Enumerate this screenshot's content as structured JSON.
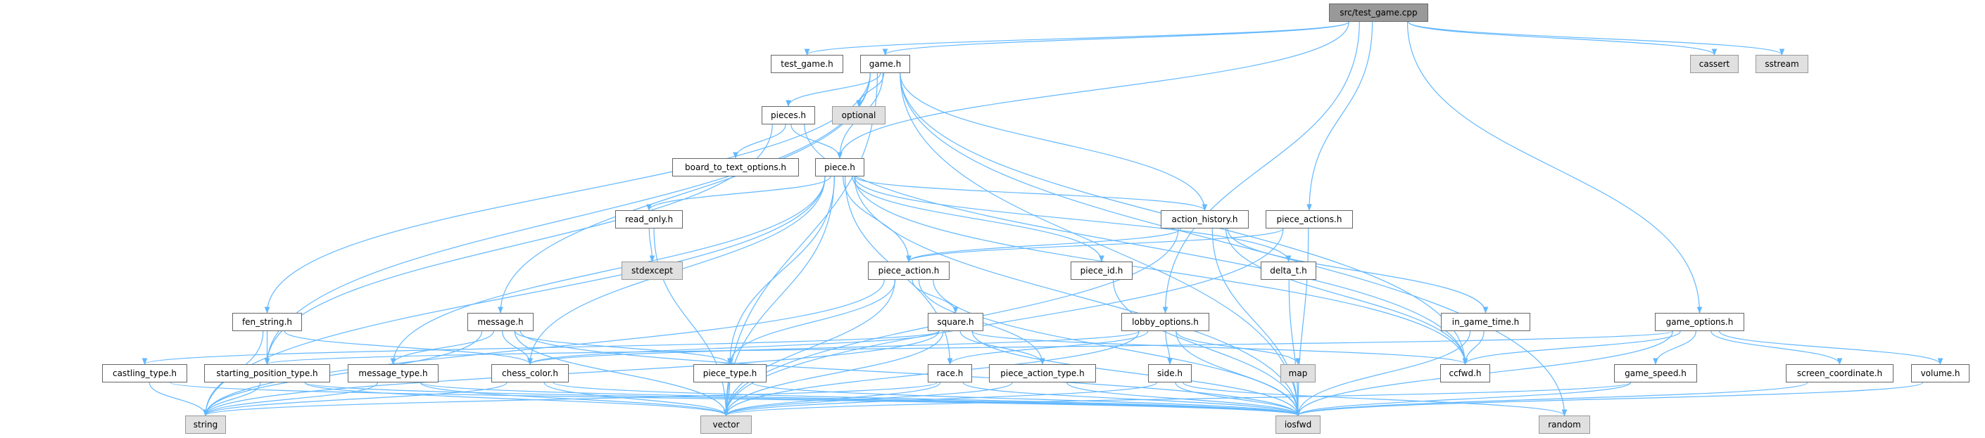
{
  "graph": {
    "title": "src/test_game.cpp",
    "edge_color": "#63b8ff",
    "nodes": [
      {
        "id": "cpp",
        "label": "src/test_game.cpp",
        "kind": "root"
      },
      {
        "id": "test_game",
        "label": "test_game.h",
        "kind": "local"
      },
      {
        "id": "game",
        "label": "game.h",
        "kind": "local"
      },
      {
        "id": "cassert",
        "label": "cassert",
        "kind": "system"
      },
      {
        "id": "sstream",
        "label": "sstream",
        "kind": "system"
      },
      {
        "id": "pieces",
        "label": "pieces.h",
        "kind": "local"
      },
      {
        "id": "optional",
        "label": "optional",
        "kind": "system"
      },
      {
        "id": "board_to_text",
        "label": "board_to_text_options.h",
        "kind": "local"
      },
      {
        "id": "piece",
        "label": "piece.h",
        "kind": "local"
      },
      {
        "id": "read_only",
        "label": "read_only.h",
        "kind": "local"
      },
      {
        "id": "action_history",
        "label": "action_history.h",
        "kind": "local"
      },
      {
        "id": "piece_actions",
        "label": "piece_actions.h",
        "kind": "local"
      },
      {
        "id": "stdexcept",
        "label": "stdexcept",
        "kind": "system"
      },
      {
        "id": "piece_action",
        "label": "piece_action.h",
        "kind": "local"
      },
      {
        "id": "piece_id",
        "label": "piece_id.h",
        "kind": "local"
      },
      {
        "id": "delta_t",
        "label": "delta_t.h",
        "kind": "local"
      },
      {
        "id": "fen_string",
        "label": "fen_string.h",
        "kind": "local"
      },
      {
        "id": "message",
        "label": "message.h",
        "kind": "local"
      },
      {
        "id": "square",
        "label": "square.h",
        "kind": "local"
      },
      {
        "id": "lobby_options",
        "label": "lobby_options.h",
        "kind": "local"
      },
      {
        "id": "in_game_time",
        "label": "in_game_time.h",
        "kind": "local"
      },
      {
        "id": "game_options",
        "label": "game_options.h",
        "kind": "local"
      },
      {
        "id": "castling_type",
        "label": "castling_type.h",
        "kind": "local"
      },
      {
        "id": "starting_position_type",
        "label": "starting_position_type.h",
        "kind": "local"
      },
      {
        "id": "message_type",
        "label": "message_type.h",
        "kind": "local"
      },
      {
        "id": "chess_color",
        "label": "chess_color.h",
        "kind": "local"
      },
      {
        "id": "piece_type",
        "label": "piece_type.h",
        "kind": "local"
      },
      {
        "id": "race",
        "label": "race.h",
        "kind": "local"
      },
      {
        "id": "piece_action_type",
        "label": "piece_action_type.h",
        "kind": "local"
      },
      {
        "id": "side",
        "label": "side.h",
        "kind": "local"
      },
      {
        "id": "map",
        "label": "map",
        "kind": "system"
      },
      {
        "id": "ccfwd",
        "label": "ccfwd.h",
        "kind": "local"
      },
      {
        "id": "game_speed",
        "label": "game_speed.h",
        "kind": "local"
      },
      {
        "id": "screen_coordinate",
        "label": "screen_coordinate.h",
        "kind": "local"
      },
      {
        "id": "volume",
        "label": "volume.h",
        "kind": "local"
      },
      {
        "id": "string",
        "label": "string",
        "kind": "system"
      },
      {
        "id": "vector",
        "label": "vector",
        "kind": "system"
      },
      {
        "id": "iosfwd",
        "label": "iosfwd",
        "kind": "system"
      },
      {
        "id": "random",
        "label": "random",
        "kind": "system"
      }
    ],
    "edges": [
      [
        "cpp",
        "test_game"
      ],
      [
        "cpp",
        "game"
      ],
      [
        "cpp",
        "piece"
      ],
      [
        "cpp",
        "piece_actions"
      ],
      [
        "cpp",
        "lobby_options"
      ],
      [
        "cpp",
        "game_options"
      ],
      [
        "cpp",
        "cassert"
      ],
      [
        "cpp",
        "sstream"
      ],
      [
        "game",
        "pieces"
      ],
      [
        "game",
        "optional"
      ],
      [
        "game",
        "piece"
      ],
      [
        "game",
        "action_history"
      ],
      [
        "game",
        "message"
      ],
      [
        "game",
        "fen_string"
      ],
      [
        "game",
        "starting_position_type"
      ],
      [
        "game",
        "vector"
      ],
      [
        "game",
        "ccfwd"
      ],
      [
        "game",
        "iosfwd"
      ],
      [
        "game",
        "random"
      ],
      [
        "pieces",
        "board_to_text"
      ],
      [
        "pieces",
        "piece"
      ],
      [
        "pieces",
        "starting_position_type"
      ],
      [
        "pieces",
        "ccfwd"
      ],
      [
        "piece",
        "action_history"
      ],
      [
        "piece",
        "piece_action"
      ],
      [
        "piece",
        "piece_id"
      ],
      [
        "piece",
        "delta_t"
      ],
      [
        "piece",
        "read_only"
      ],
      [
        "piece",
        "race"
      ],
      [
        "piece",
        "piece_type"
      ],
      [
        "piece",
        "chess_color"
      ],
      [
        "piece",
        "message_type"
      ],
      [
        "piece",
        "string"
      ],
      [
        "piece",
        "vector"
      ],
      [
        "piece",
        "iosfwd"
      ],
      [
        "piece",
        "ccfwd"
      ],
      [
        "read_only",
        "stdexcept"
      ],
      [
        "read_only",
        "vector"
      ],
      [
        "action_history",
        "piece_action"
      ],
      [
        "action_history",
        "in_game_time"
      ],
      [
        "action_history",
        "vector"
      ],
      [
        "action_history",
        "iosfwd"
      ],
      [
        "action_history",
        "ccfwd"
      ],
      [
        "piece_actions",
        "piece_action"
      ],
      [
        "piece_actions",
        "vector"
      ],
      [
        "piece_actions",
        "iosfwd"
      ],
      [
        "piece_action",
        "square"
      ],
      [
        "piece_action",
        "piece_type"
      ],
      [
        "piece_action",
        "piece_action_type"
      ],
      [
        "piece_action",
        "vector"
      ],
      [
        "piece_action",
        "iosfwd"
      ],
      [
        "piece_action",
        "string"
      ],
      [
        "piece_id",
        "iosfwd"
      ],
      [
        "delta_t",
        "iosfwd"
      ],
      [
        "square",
        "chess_color"
      ],
      [
        "square",
        "castling_type"
      ],
      [
        "square",
        "piece_action_type"
      ],
      [
        "square",
        "vector"
      ],
      [
        "square",
        "iosfwd"
      ],
      [
        "square",
        "string"
      ],
      [
        "square",
        "ccfwd"
      ],
      [
        "lobby_options",
        "race"
      ],
      [
        "lobby_options",
        "side"
      ],
      [
        "lobby_options",
        "map"
      ],
      [
        "lobby_options",
        "iosfwd"
      ],
      [
        "lobby_options",
        "vector"
      ],
      [
        "lobby_options",
        "chess_color"
      ],
      [
        "message",
        "message_type"
      ],
      [
        "message",
        "chess_color"
      ],
      [
        "message",
        "piece_type"
      ],
      [
        "message",
        "vector"
      ],
      [
        "message",
        "iosfwd"
      ],
      [
        "message",
        "string"
      ],
      [
        "fen_string",
        "starting_position_type"
      ],
      [
        "fen_string",
        "chess_color"
      ],
      [
        "fen_string",
        "string"
      ],
      [
        "in_game_time",
        "ccfwd"
      ],
      [
        "in_game_time",
        "iosfwd"
      ],
      [
        "game_options",
        "ccfwd"
      ],
      [
        "game_options",
        "game_speed"
      ],
      [
        "game_options",
        "screen_coordinate"
      ],
      [
        "game_options",
        "volume"
      ],
      [
        "game_options",
        "iosfwd"
      ],
      [
        "game_options",
        "starting_position_type"
      ],
      [
        "castling_type",
        "string"
      ],
      [
        "castling_type",
        "iosfwd"
      ],
      [
        "starting_position_type",
        "string"
      ],
      [
        "starting_position_type",
        "iosfwd"
      ],
      [
        "starting_position_type",
        "vector"
      ],
      [
        "message_type",
        "string"
      ],
      [
        "message_type",
        "iosfwd"
      ],
      [
        "message_type",
        "vector"
      ],
      [
        "chess_color",
        "string"
      ],
      [
        "chess_color",
        "vector"
      ],
      [
        "chess_color",
        "iosfwd"
      ],
      [
        "piece_type",
        "vector"
      ],
      [
        "piece_type",
        "iosfwd"
      ],
      [
        "race",
        "vector"
      ],
      [
        "race",
        "iosfwd"
      ],
      [
        "race",
        "string"
      ],
      [
        "piece_action_type",
        "vector"
      ],
      [
        "piece_action_type",
        "iosfwd"
      ],
      [
        "side",
        "vector"
      ],
      [
        "side",
        "iosfwd"
      ],
      [
        "side",
        "random"
      ],
      [
        "game_speed",
        "iosfwd"
      ],
      [
        "game_speed",
        "vector"
      ],
      [
        "screen_coordinate",
        "iosfwd"
      ],
      [
        "volume",
        "iosfwd"
      ]
    ]
  }
}
